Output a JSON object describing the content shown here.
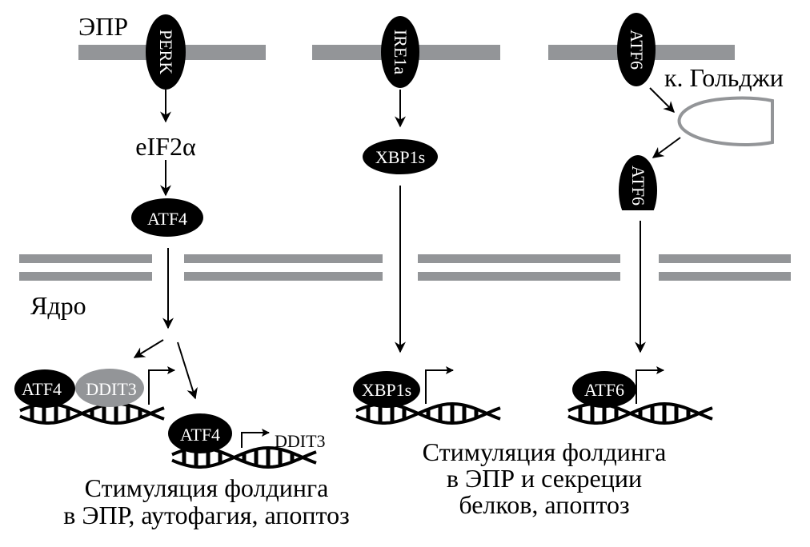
{
  "labels": {
    "er": "ЭПР",
    "golgi": "к. Гольджи",
    "nucleus": "Ядро",
    "eif2a": "eIF2α"
  },
  "proteins": {
    "perk": "PERK",
    "ire1a": "IRE1a",
    "atf6": "ATF6",
    "atf4": "ATF4",
    "xbp1s": "XBP1s",
    "ddit3": "DDIT3"
  },
  "captions": {
    "left": [
      "Стимуляция фолдинга",
      "в ЭПР, аутофагия, апоптоз"
    ],
    "middle": [
      "Стимуляция фолдинга",
      "в ЭПР и секреции",
      "белков, апоптоз"
    ]
  },
  "colors": {
    "membrane": "#939598",
    "protein": "#000000",
    "ddit3": "#939598"
  }
}
